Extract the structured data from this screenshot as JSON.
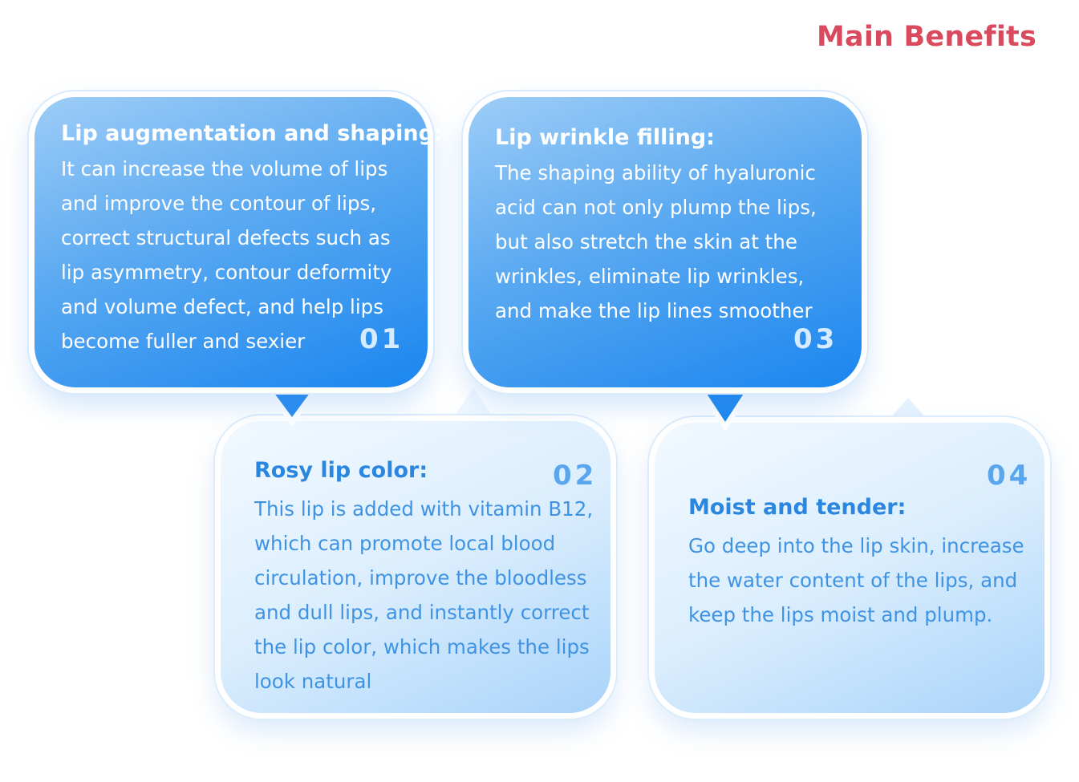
{
  "title": "Main Benefits",
  "cards": [
    {
      "number": "01",
      "heading": "Lip augmentation and shaping:",
      "lines": [
        "It can increase the volume of lips",
        "and improve the contour of lips,",
        "correct structural defects such as",
        "lip asymmetry, contour deformity",
        "and volume defect, and help lips",
        "become fuller and sexier"
      ]
    },
    {
      "number": "02",
      "heading": "Rosy lip color:",
      "lines": [
        "This lip is added with vitamin B12,",
        "which can promote local blood",
        "circulation, improve the bloodless",
        "and dull lips, and instantly correct",
        "the lip color, which makes the lips",
        "look natural"
      ]
    },
    {
      "number": "03",
      "heading": "Lip wrinkle filling:",
      "lines": [
        "The shaping ability of hyaluronic",
        "acid can not only plump the lips,",
        "but also stretch the skin at the",
        "wrinkles, eliminate lip wrinkles,",
        "and make the lip lines smoother"
      ]
    },
    {
      "number": "04",
      "heading": "Moist and tender:",
      "lines": [
        "Go deep into the lip skin, increase",
        "the water content of the lips, and",
        "keep the lips moist and plump."
      ]
    }
  ]
}
